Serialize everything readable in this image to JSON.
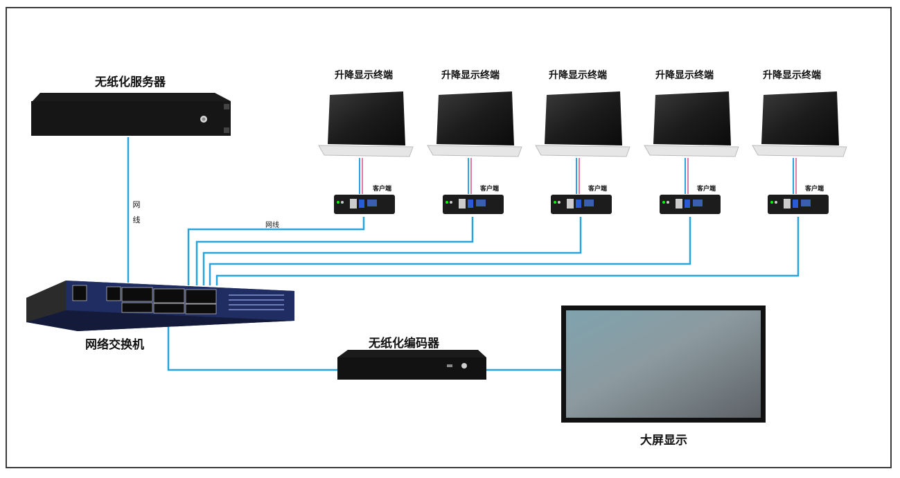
{
  "labels": {
    "server": "无纸化服务器",
    "switch": "网络交换机",
    "encoder": "无纸化编码器",
    "big_screen": "大屏显示",
    "cable_vertical": "网\n线",
    "cable_horizontal": "网线"
  },
  "terminals": [
    {
      "title": "升降显示终端",
      "client": "客户端"
    },
    {
      "title": "升降显示终端",
      "client": "客户端"
    },
    {
      "title": "升降显示终端",
      "client": "客户端"
    },
    {
      "title": "升降显示终端",
      "client": "客户端"
    },
    {
      "title": "升降显示终端",
      "client": "客户端"
    }
  ],
  "colors": {
    "cable_blue": "#29a3e0",
    "cable_pink": "#e07aa8",
    "device_black": "#1b1b1b",
    "switch_blue": "#1e2a5a",
    "frame": "#3a3a3a"
  }
}
